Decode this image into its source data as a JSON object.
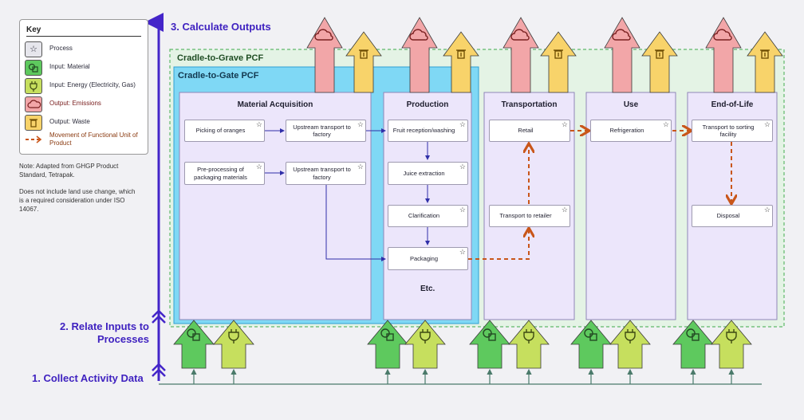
{
  "steps": {
    "calculate": "3.  Calculate Outputs",
    "relate_line1": "2.  Relate Inputs to",
    "relate_line2": "Processes",
    "collect": "1.  Collect Activity Data"
  },
  "regions": {
    "grave": "Cradle-to-Grave PCF",
    "gate": "Cradle-to-Gate PCF"
  },
  "key": {
    "title": "Key",
    "items": [
      {
        "label": "Process",
        "icon": "star-icon",
        "color": "#e6e6ec"
      },
      {
        "label": "Input: Material",
        "icon": "shapes-icon",
        "color": "#5ec95e"
      },
      {
        "label": "Input: Energy (Electricity, Gas)",
        "icon": "plug-icon",
        "color": "#c6df5e"
      },
      {
        "label": "Output: Emissions",
        "icon": "cloud-icon",
        "color": "#f2a6a8"
      },
      {
        "label": "Output: Waste",
        "icon": "trash-icon",
        "color": "#f8d36a"
      },
      {
        "label": "Movement of Functional Unit of Product",
        "icon": "dashed-arrow-icon",
        "color": "#c9561a"
      }
    ]
  },
  "notes": {
    "adapted": "Note: Adapted from GHGP Product Standard, Tetrapak.",
    "landuse": "Does not include land use change, which is a required consideration under ISO 14067."
  },
  "stages": [
    {
      "title": "Material Acquisition"
    },
    {
      "title": "Production"
    },
    {
      "title": "Transportation"
    },
    {
      "title": "Use"
    },
    {
      "title": "End-of-Life"
    }
  ],
  "processes": {
    "picking": "Picking of oranges",
    "upstream1": "Upstream transport to factory",
    "preprocessing": "Pre-processing of packaging materials",
    "upstream2": "Upstream transport to factory",
    "fruit": "Fruit reception/washing",
    "juice": "Juice extraction",
    "clarification": "Clarification",
    "packaging": "Packaging",
    "retail": "Retail",
    "transport_retailer": "Transport to retailer",
    "refrigeration": "Refrigeration",
    "sorting": "Transport to sorting facility",
    "disposal": "Disposal"
  },
  "etc": "Etc.",
  "colors": {
    "step": "#3f22c0",
    "material": "#5ec95e",
    "energy": "#c6df5e",
    "emissions": "#f2a6a8",
    "waste": "#f8d36a",
    "stage_fill": "#ece6fb",
    "gate_fill": "#7fd8f5",
    "grave_fill": "#e4f3e5",
    "flow": "#c9561a"
  }
}
